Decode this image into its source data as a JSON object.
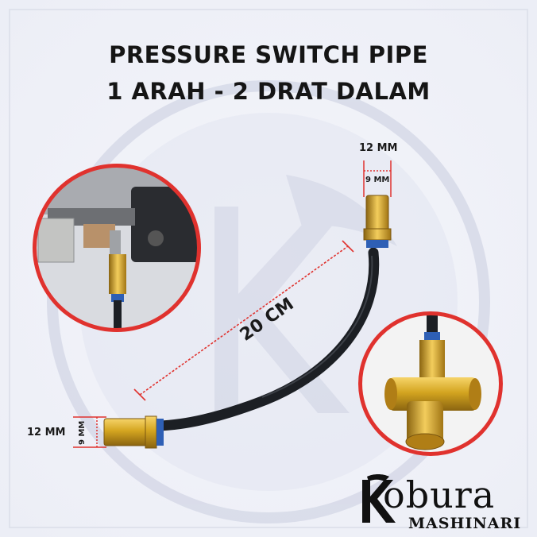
{
  "title": {
    "line1": "PRESSURE SWITCH PIPE",
    "line2": "1 ARAH - 2 DRAT DALAM"
  },
  "dimensions": {
    "length": "20 CM",
    "top_outer": "12 MM",
    "top_inner": "9 MM",
    "left_outer": "12 MM",
    "left_inner": "9 MM"
  },
  "logo": {
    "word": "obura",
    "tagline": "MASHINARI"
  },
  "colors": {
    "accent_red": "#e0322e",
    "brass": "#d4a520",
    "hose": "#1c1f24",
    "ring_blue": "#2e5fb5",
    "watermark": "#c9cde0"
  }
}
